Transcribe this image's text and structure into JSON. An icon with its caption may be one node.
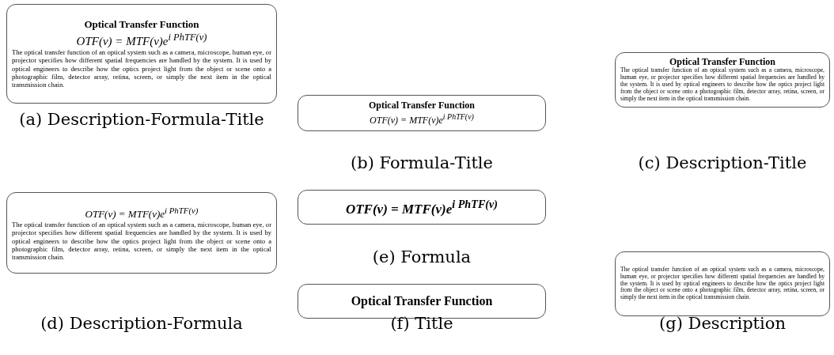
{
  "diagram": {
    "nodes": [
      {
        "text": [
          "Optical Transfer Function",
          "OTF(ν) = MTF(ν)e$^{i PhTF(ν)}$",
          "The optical transfer function of an optical system such as a camera, microscope, human eye, or projector specifies how different spatial frequencies are handled by the system. It is used by optical engineers to describe how the optics project light from the object or scene onto a photographic film, detector array, retina, screen, or simply the next item in the optical transmission chain."
        ],
        "beside": [
          "(a) Description-Formula-Title"
        ]
      },
      {
        "text": [
          "Optical Transfer Function",
          "OTF(ν) = MTF(ν)e$^{i PhTF(ν)}$"
        ],
        "beside": [
          "(b) Formula-Title"
        ]
      },
      {
        "text": [
          "Optical Transfer Function",
          "The optical transfer function of an optical system such as a camera, microscope, human eye, or projector specifies how different spatial frequencies are handled by the system. It is used by optical engineers to describe how the optics project light from the object or scene onto a photographic film, detector array, retina, screen, or simply the next item in the optical transmission chain."
        ],
        "beside": [
          "(c) Description-Title"
        ]
      },
      {
        "text": [
          "OTF(ν) = MTF(ν)e$^{i PhTF(ν)}$"
        ],
        "beside": [
          "(e) Formula"
        ]
      },
      {
        "text": [
          "OTF(ν) = MTF(ν)e$^{i PhTF(ν)}$",
          "The optical transfer function of an optical system such as a camera, microscope, human eye, or projector specifies how different spatial frequencies are handled by the system. It is used by optical engineers to describe how the optics project light from the object or scene onto a photographic film, detector array, retina, screen, or simply the next item in the optical transmission chain."
        ],
        "beside": [
          "(d) Description-Formula"
        ]
      },
      {
        "text": [
          "Optical Transfer Function"
        ],
        "beside": [
          "(f) Title"
        ]
      },
      {
        "text": [
          "The optical transfer function of an optical system such as a camera, microscope, human eye, or projector specifies how different spatial frequencies are handled by the system. It is used by optical engineers to describe how the optics project light from the object or scene onto a photographic film, detector array, retina, screen, or simply the next item in the optical transmission chain."
        ],
        "beside": [
          "(g) Description"
        ]
      }
    ]
  }
}
